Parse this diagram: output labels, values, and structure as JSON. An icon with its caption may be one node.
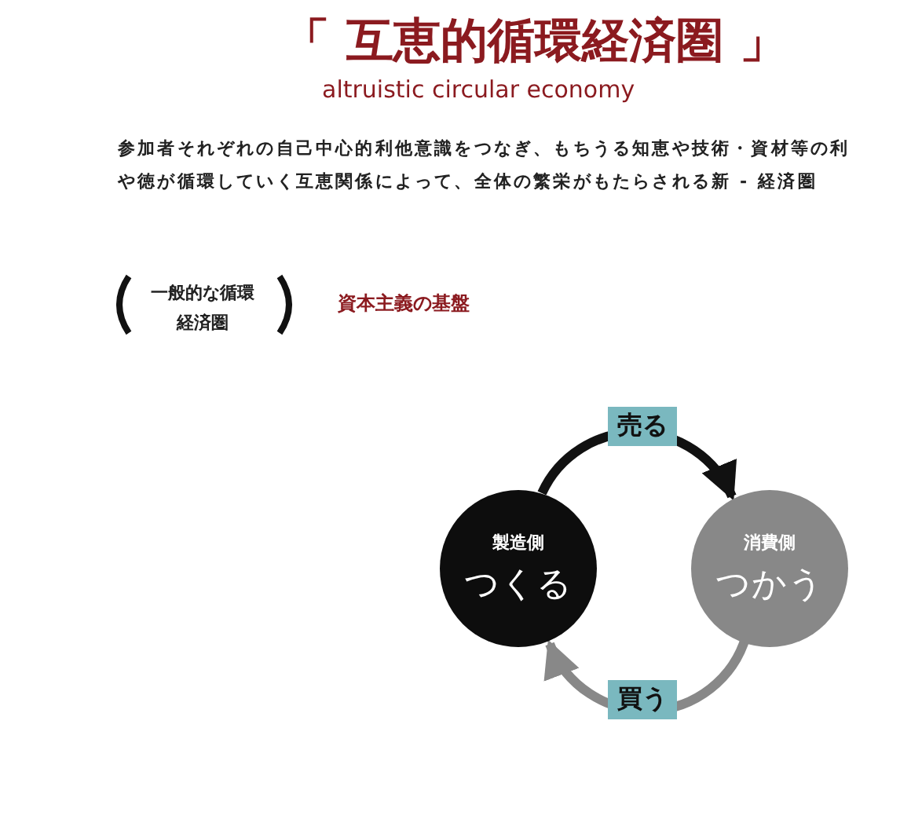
{
  "diagram": {
    "title": "「 互恵的循環経済圏 」",
    "nodes": [
      {
        "text": [
          "製造側",
          "つくる"
        ]
      },
      {
        "text": [
          "消費側",
          "つかう"
        ]
      }
    ],
    "edges": [
      {
        "from": 0,
        "to": 1,
        "arrow": "to",
        "label": "売る"
      },
      {
        "from": 1,
        "to": 0,
        "arrow": "to",
        "label": "買う",
        "color": "#888888"
      }
    ],
    "labels": [
      "altruistic circular economy",
      "参加者それぞれの自己中心的利他意識をつなぎ、もちうる知恵や技術・資材等の利や徳が循環していく互恵関係によって、全体の繁栄がもたらされる新 - 経済圏",
      "一般的な循環経済圏",
      "資本主義の基盤"
    ]
  }
}
